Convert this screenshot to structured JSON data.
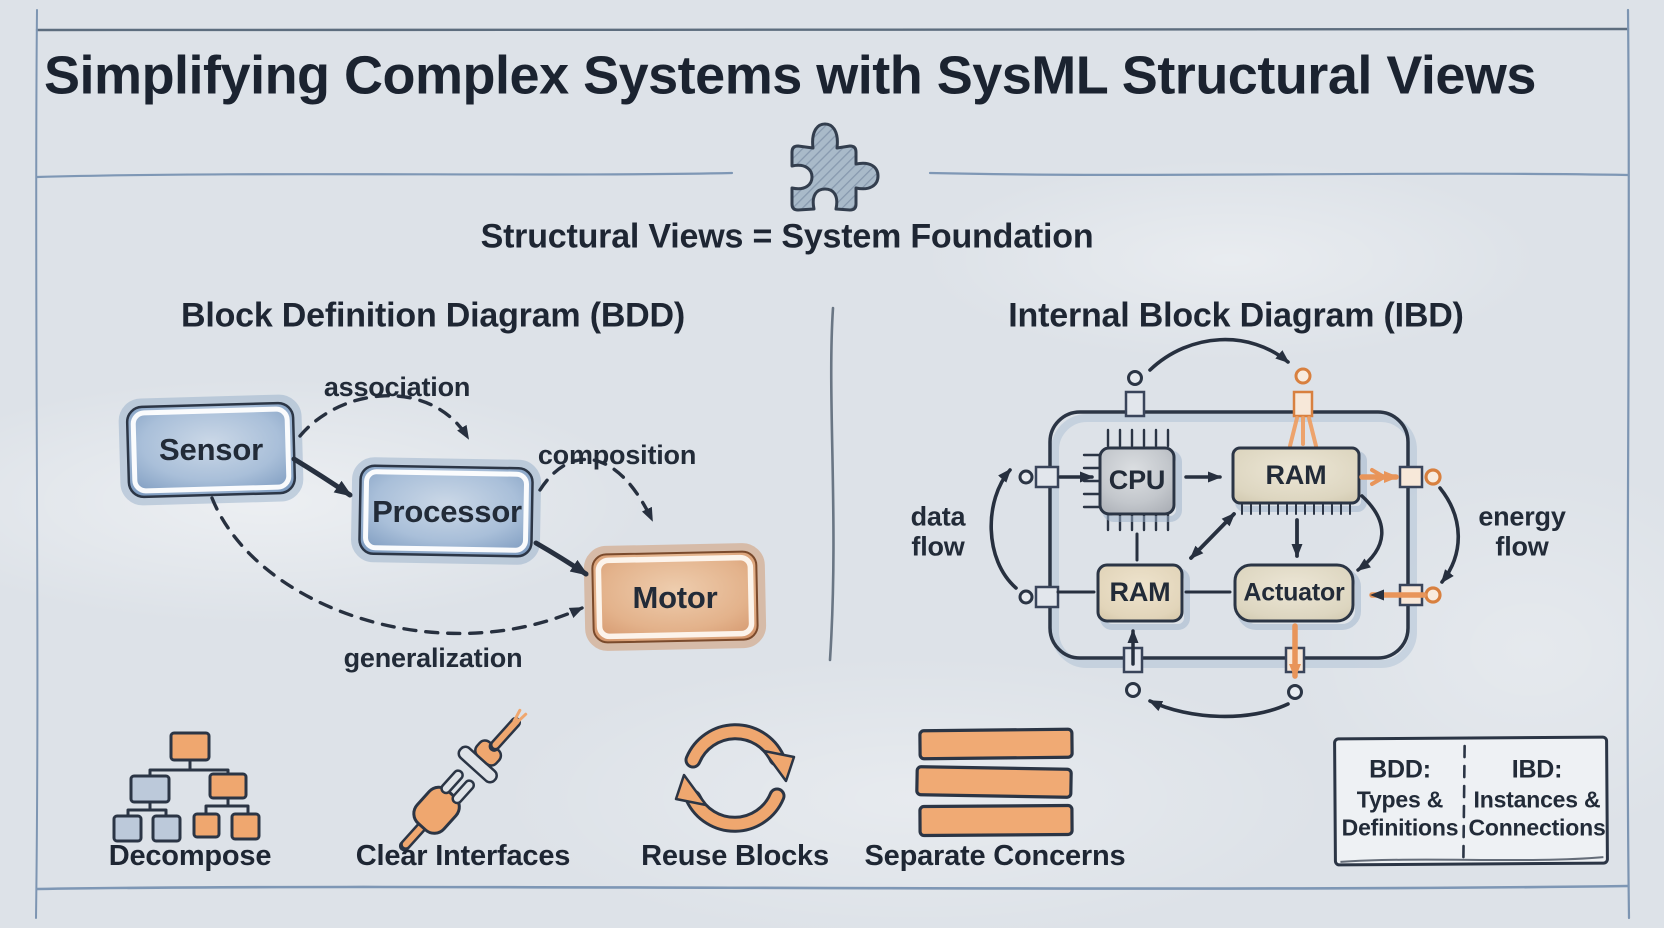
{
  "page": {
    "title": "Simplifying Complex Systems with SysML Structural Views",
    "subtitle": "Structural Views = System Foundation",
    "header_icon": "puzzle-icon"
  },
  "bdd": {
    "heading": "Block Definition Diagram (BDD)",
    "blocks": {
      "sensor": "Sensor",
      "processor": "Processor",
      "motor": "Motor"
    },
    "relationships": {
      "association": "association",
      "composition": "composition",
      "generalization": "generalization"
    }
  },
  "ibd": {
    "heading": "Internal Block Diagram (IBD)",
    "blocks": {
      "cpu": "CPU",
      "ram_top": "RAM",
      "ram_bottom": "RAM",
      "actuator": "Actuator"
    },
    "data_flow": {
      "line1": "data",
      "line2": "flow"
    },
    "energy_flow": {
      "line1": "energy",
      "line2": "flow"
    }
  },
  "benefits": [
    {
      "icon": "hierarchy-icon",
      "label": "Decompose"
    },
    {
      "icon": "plug-icon",
      "label": "Clear Interfaces"
    },
    {
      "icon": "recycle-icon",
      "label": "Reuse Blocks"
    },
    {
      "icon": "layers-icon",
      "label": "Separate Concerns"
    }
  ],
  "legend": {
    "bdd": {
      "title": "BDD:",
      "line1": "Types &",
      "line2": "Definitions"
    },
    "ibd": {
      "title": "IBD:",
      "line1": "Instances &",
      "line2": "Connections"
    }
  },
  "colors": {
    "background": "#dde2e8",
    "ink": "#27303f",
    "accent_orange": "#e8955a",
    "block_blue": "#8aa6c8",
    "block_orange": "#d99a6c",
    "block_tan": "#ded7c1",
    "frame_blue": "#7e97b5"
  }
}
